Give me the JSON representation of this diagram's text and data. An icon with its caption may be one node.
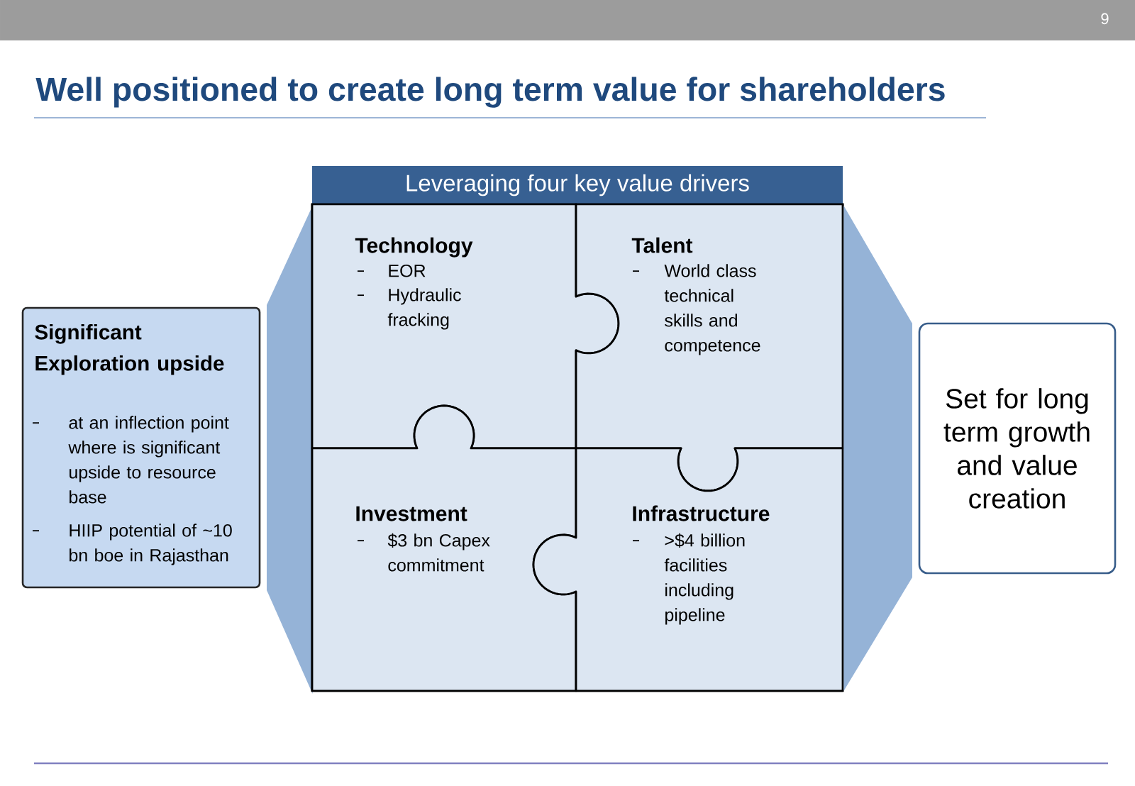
{
  "diagram": {
    "title": "Well positioned to create long term value for shareholders",
    "nodes": [
      {
        "text": [
          "Significant Exploration upside",
          "at an inflection point where is significant upside to resource base",
          "HIIP potential of ~10 bn boe in Rajasthan"
        ]
      },
      {
        "text": [],
        "shape": "trapezoid"
      },
      {
        "text": [
          "Leveraging four key value drivers"
        ]
      },
      {
        "text": [
          "Technology",
          "EOR",
          "Hydraulic fracking"
        ],
        "in": 2
      },
      {
        "text": [
          "Talent",
          "World class technical skills and competence"
        ],
        "in": 2
      },
      {
        "text": [
          "Investment",
          "$3 bn Capex commitment"
        ],
        "in": 2
      },
      {
        "text": [
          "Infrastructure",
          ">$4 billion facilities including pipeline"
        ],
        "in": 2
      },
      {
        "text": [],
        "shape": "trapezoid"
      },
      {
        "text": [
          "Set for long term growth and value creation"
        ]
      }
    ],
    "labels": [
      "9"
    ]
  }
}
